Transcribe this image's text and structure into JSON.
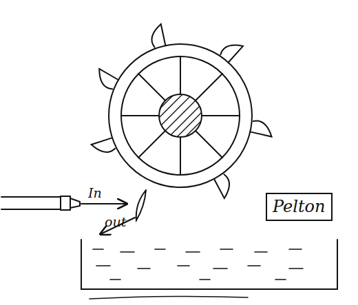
{
  "diagram": {
    "nodes": [
      {
        "text": [
          "Pelton"
        ]
      }
    ],
    "labels": [
      "In",
      "out"
    ]
  }
}
